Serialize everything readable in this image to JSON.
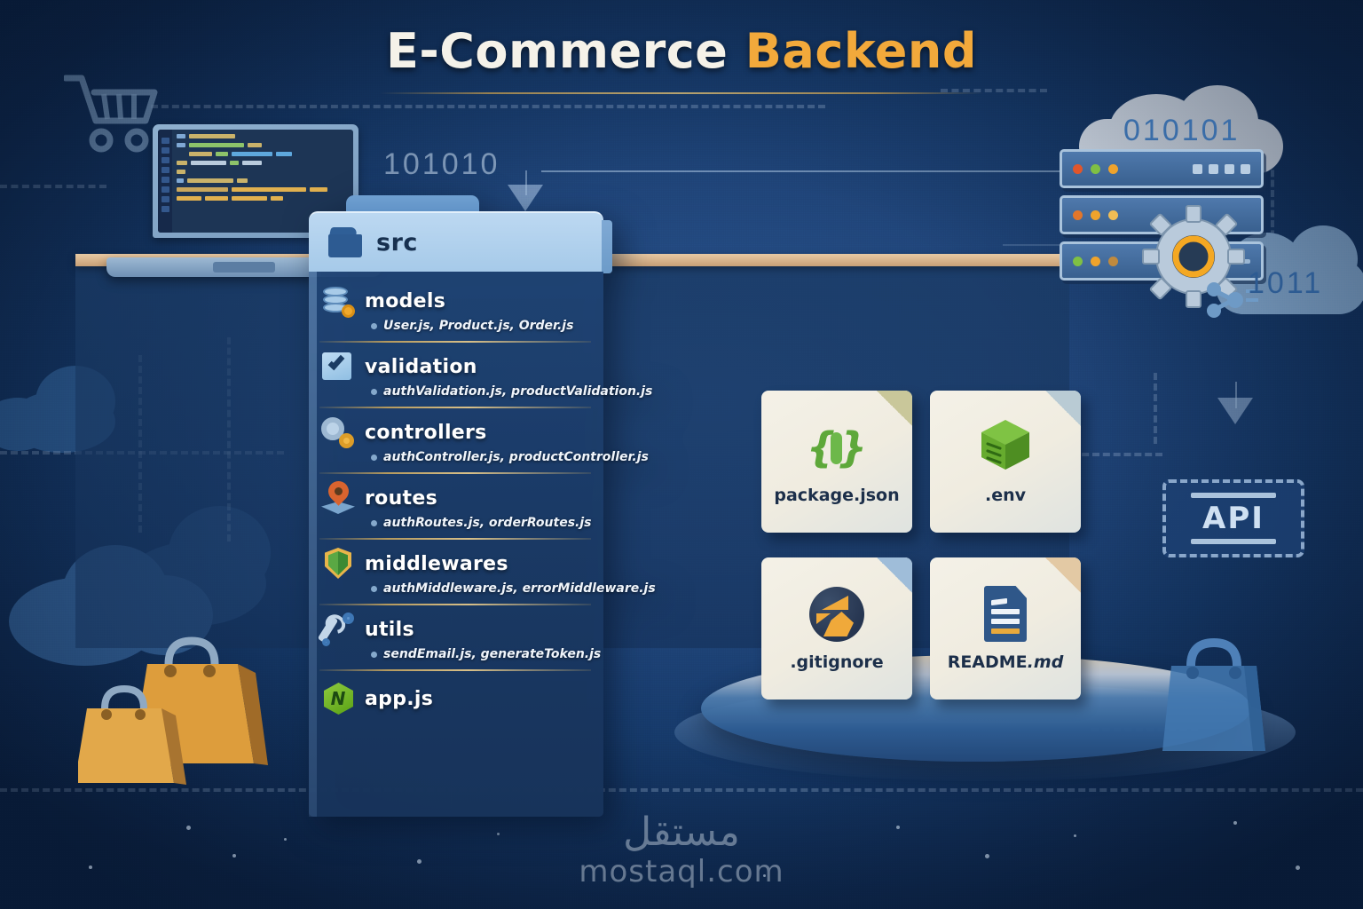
{
  "title": {
    "primary": "E-Commerce",
    "accent": "Backend",
    "accent_color": "#f2a93b",
    "primary_color": "#f5f2e9"
  },
  "folder_panel": {
    "root_label": "src",
    "root_icon": "folder-icon",
    "entries": [
      {
        "label": "models",
        "icon": "database-gear-icon",
        "files": "User.js, Product.js, Order.js"
      },
      {
        "label": "validation",
        "icon": "checkmark-icon",
        "files": "authValidation.js, productValidation.js"
      },
      {
        "label": "controllers",
        "icon": "gears-icon",
        "files": "authController.js, productController.js"
      },
      {
        "label": "routes",
        "icon": "location-pin-icon",
        "files": "authRoutes.js, orderRoutes.js"
      },
      {
        "label": "middlewares",
        "icon": "shield-icon",
        "files": "authMiddleware.js, errorMiddleware.js"
      },
      {
        "label": "utils",
        "icon": "wrench-gears-icon",
        "files": "sendEmail.js, generateToken.js"
      },
      {
        "label": "app.js",
        "icon": "nodejs-hexagon-icon",
        "files": ""
      }
    ]
  },
  "file_cards": [
    {
      "name": "package.json",
      "icon": "json-braces-icon",
      "corner_color": "#c9c79a"
    },
    {
      "name": ".env",
      "icon": "green-cube-icon",
      "corner_color": "#b9cbd4"
    },
    {
      "name": ".gitignore",
      "icon": "git-icon",
      "corner_color": "#9fbdd9"
    },
    {
      "name": "README",
      "name_suffix": ".md",
      "icon": "document-icon",
      "corner_color": "#e3c9a4"
    }
  ],
  "decor": {
    "binary_left": "101010",
    "binary_cloud_top": "010101",
    "binary_cloud_bottom": "1011",
    "api_label": "API",
    "cart_icon": "shopping-cart-icon",
    "bags_icon": "shopping-bags-icon",
    "server_icon": "server-rack-icon",
    "gear_icon": "gear-icon",
    "laptop_icon": "laptop-code-icon",
    "cloud_icon": "cloud-icon"
  },
  "watermark": {
    "arabic": "مستقل",
    "latin": "mostaql.com"
  },
  "colors": {
    "background_deep": "#0c2345",
    "background_mid": "#20457a",
    "panel_header": "#a6cae9",
    "panel_body": "#1f4476",
    "divider_gold": "#c9a255",
    "accent_orange": "#f2a93b",
    "node_green": "#6db84a"
  }
}
